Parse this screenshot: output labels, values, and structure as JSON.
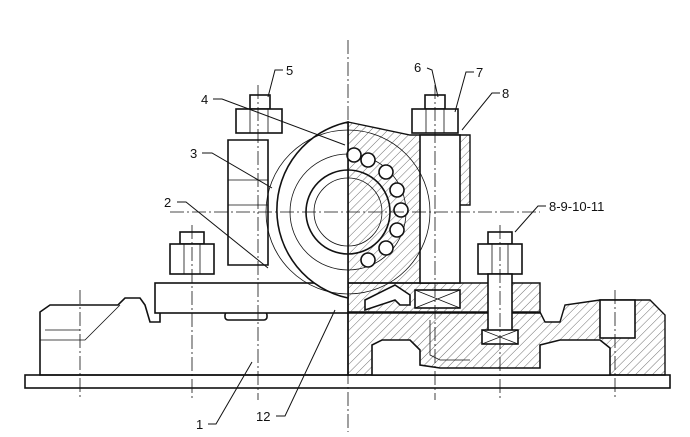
{
  "title": "Plummer block bearing assembly - half section",
  "labels": {
    "l1": "1",
    "l2": "2",
    "l3": "3",
    "l4": "4",
    "l5": "5",
    "l6": "6",
    "l7": "7",
    "l8": "8",
    "l8_11": "8-9-10-11",
    "l12": "12"
  }
}
